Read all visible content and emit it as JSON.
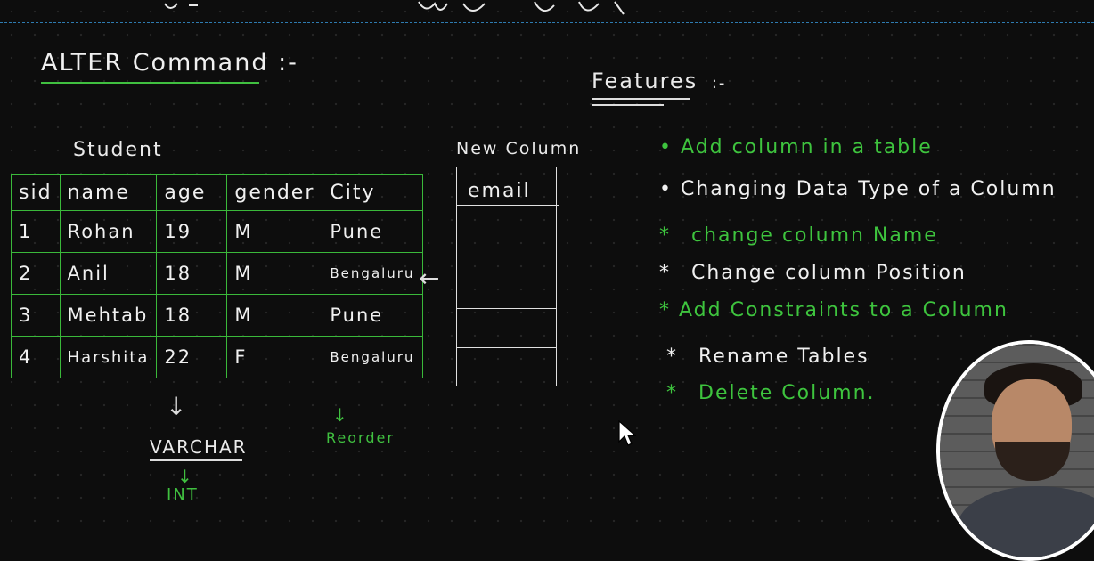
{
  "board": {
    "title": "ALTER Command",
    "title_suffix": ":-",
    "features_title": "Features",
    "features_suffix": ":-"
  },
  "student_table": {
    "caption": "Student",
    "headers": [
      "sid",
      "name",
      "age",
      "gender",
      "City"
    ],
    "rows": [
      [
        "1",
        "Rohan",
        "19",
        "M",
        "Pune"
      ],
      [
        "2",
        "Anil",
        "18",
        "M",
        "Bengaluru"
      ],
      [
        "3",
        "Mehtab",
        "18",
        "M",
        "Pune"
      ],
      [
        "4",
        "Harshita",
        "22",
        "F",
        "Bengaluru"
      ]
    ]
  },
  "new_column": {
    "caption": "New Column",
    "header": "email",
    "arrow": "←"
  },
  "annotations": {
    "varchar": "VARCHAR",
    "int": "INT",
    "reorder": "Reorder",
    "down_arrow": "↓",
    "small_down_arrow": "↓"
  },
  "features": [
    {
      "bullet": "•",
      "text": "Add column in a table",
      "color": "green"
    },
    {
      "bullet": "•",
      "text": "Changing Data Type of a Column",
      "color": "white"
    },
    {
      "bullet": "*",
      "text": "change column Name",
      "color": "green"
    },
    {
      "bullet": "*",
      "text": "Change column Position",
      "color": "white"
    },
    {
      "bullet": "*",
      "text": "Add Constraints to a Column",
      "color": "green"
    },
    {
      "bullet": "*",
      "text": "Rename Tables",
      "color": "white"
    },
    {
      "bullet": "*",
      "text": "Delete Column.",
      "color": "green"
    }
  ],
  "colors": {
    "background": "#0d0d0d",
    "chalk_green": "#3ec43e",
    "chalk_white": "#f0f0f0",
    "dashed_line": "#2e7bb0"
  }
}
